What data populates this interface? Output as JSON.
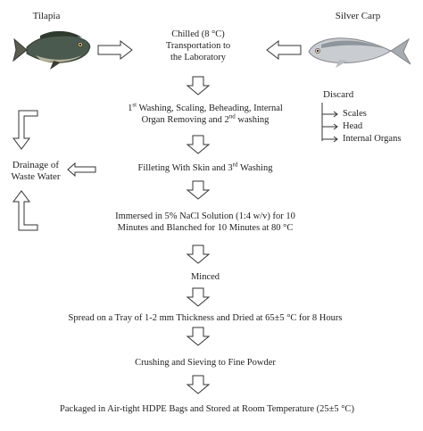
{
  "left_fish": {
    "label": "Tilapia"
  },
  "right_fish": {
    "label": "Silver Carp"
  },
  "steps": {
    "s1": [
      "Chilled (8 °C)",
      "Transportation to",
      "the Laboratory"
    ],
    "s2": {
      "l1a": "1",
      "l1sup": "st",
      "l1b": " Washing, Scaling, Beheading, Internal",
      "l2a": "Organ Removing and 2",
      "l2sup": "nd",
      "l2b": " washing"
    },
    "s3": {
      "a": "Filleting With Skin and 3",
      "sup": "rd",
      "b": " Washing"
    },
    "s4": [
      "Immersed in 5% NaCl Solution (1:4 w/v) for 10",
      "Minutes and Blanched for 10 Minutes at 80 °C"
    ],
    "s5": "Minced",
    "s6": "Spread on a Tray of 1-2 mm Thickness and Dried at 65±5 °C for 8 Hours",
    "s7": "Crushing and Sieving to Fine Powder",
    "s8": "Packaged in Air-tight HDPE Bags and Stored at Room Temperature (25±5 °C)"
  },
  "discard": {
    "title": "Discard",
    "items": [
      "Scales",
      "Head",
      "Internal Organs"
    ]
  },
  "drainage": [
    "Drainage of",
    "Waste Water"
  ]
}
